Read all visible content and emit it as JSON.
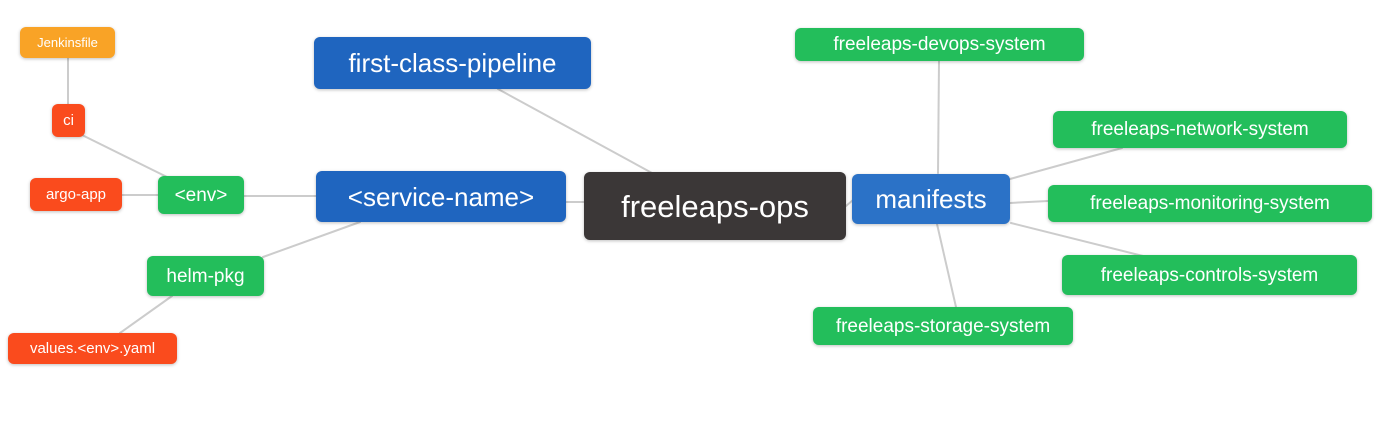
{
  "diagram": {
    "type": "mindmap",
    "root_label": "freeleaps-ops",
    "palette": {
      "branch_blue": "#1f65bf",
      "manifests_blue": "#2b72c7",
      "leaf_green": "#23be5b",
      "jenkins_orange": "#f9a326",
      "artifact_red": "#fa4b1d",
      "root_dark": "#3b3737",
      "edge_gray": "#cccccc",
      "text_white": "#ffffff",
      "background": "#ffffff"
    },
    "nodes": [
      {
        "id": "jenkinsfile",
        "label": "Jenkinsfile",
        "color": "orange"
      },
      {
        "id": "ci",
        "label": "ci",
        "color": "red"
      },
      {
        "id": "argo-app",
        "label": "argo-app",
        "color": "red"
      },
      {
        "id": "env",
        "label": "<env>",
        "color": "green"
      },
      {
        "id": "helm-pkg",
        "label": "helm-pkg",
        "color": "green"
      },
      {
        "id": "values-env-yaml",
        "label": "values.<env>.yaml",
        "color": "red"
      },
      {
        "id": "first-class-pipeline",
        "label": "first-class-pipeline",
        "color": "blue"
      },
      {
        "id": "service-name",
        "label": "<service-name>",
        "color": "blue"
      },
      {
        "id": "freeleaps-ops",
        "label": "freeleaps-ops",
        "color": "dark"
      },
      {
        "id": "manifests",
        "label": "manifests",
        "color": "blue2"
      },
      {
        "id": "devops-system",
        "label": "freeleaps-devops-system",
        "color": "green"
      },
      {
        "id": "network-system",
        "label": "freeleaps-network-system",
        "color": "green"
      },
      {
        "id": "monitoring-system",
        "label": "freeleaps-monitoring-system",
        "color": "green"
      },
      {
        "id": "controls-system",
        "label": "freeleaps-controls-system",
        "color": "green"
      },
      {
        "id": "storage-system",
        "label": "freeleaps-storage-system",
        "color": "green"
      }
    ],
    "edges": [
      [
        "jenkinsfile",
        "ci"
      ],
      [
        "ci",
        "env"
      ],
      [
        "argo-app",
        "env"
      ],
      [
        "env",
        "service-name"
      ],
      [
        "helm-pkg",
        "service-name"
      ],
      [
        "values-env-yaml",
        "helm-pkg"
      ],
      [
        "first-class-pipeline",
        "freeleaps-ops"
      ],
      [
        "service-name",
        "freeleaps-ops"
      ],
      [
        "freeleaps-ops",
        "manifests"
      ],
      [
        "manifests",
        "devops-system"
      ],
      [
        "manifests",
        "network-system"
      ],
      [
        "manifests",
        "monitoring-system"
      ],
      [
        "manifests",
        "controls-system"
      ],
      [
        "manifests",
        "storage-system"
      ]
    ]
  }
}
